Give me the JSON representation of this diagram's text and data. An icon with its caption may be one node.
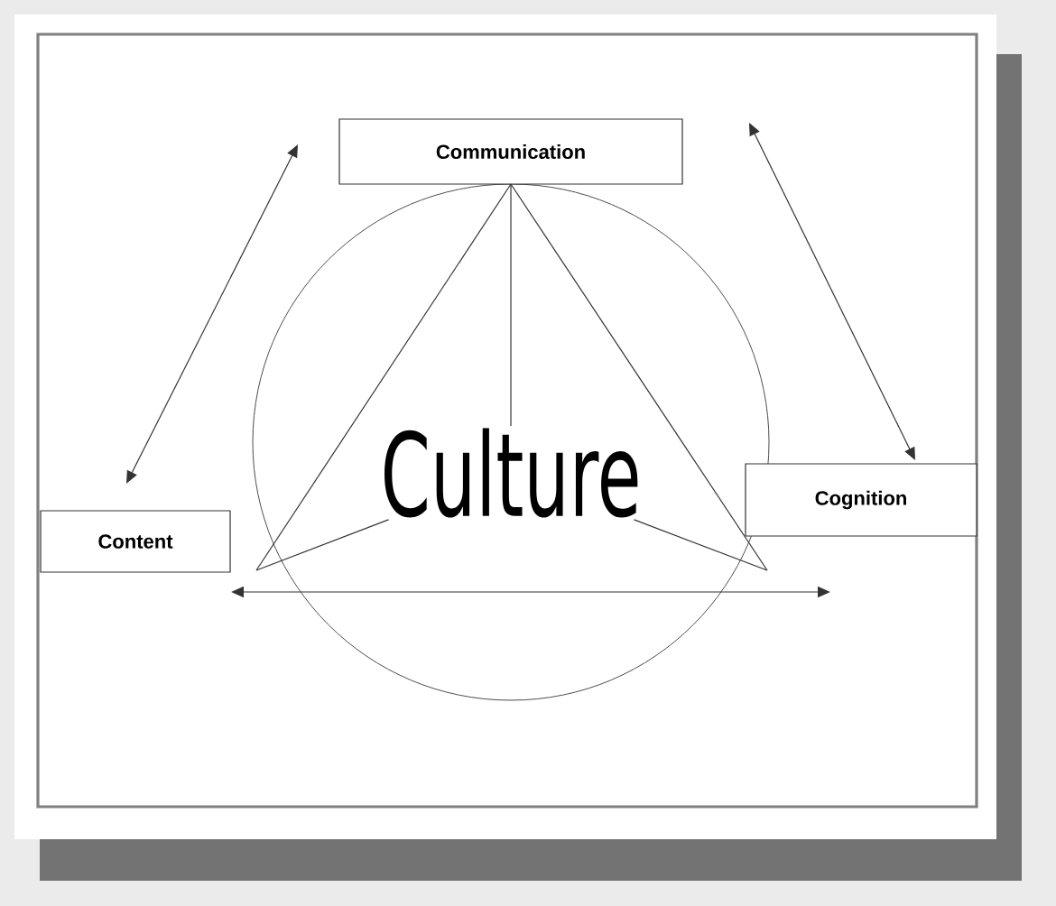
{
  "diagram": {
    "nodes": [
      {
        "text": [
          "Communication"
        ]
      },
      {
        "text": [
          "Content"
        ]
      },
      {
        "text": [
          "Cognition"
        ]
      },
      {
        "text": [
          "Culture"
        ]
      }
    ],
    "edges": [
      {
        "from": 1,
        "to": 0,
        "arrow": "both"
      },
      {
        "from": 0,
        "to": 2,
        "arrow": "both"
      },
      {
        "from": 1,
        "to": 2,
        "arrow": "both"
      },
      {
        "from": 0,
        "to": 1,
        "arrow": "none"
      },
      {
        "from": 0,
        "to": 2,
        "arrow": "none"
      },
      {
        "from": 0,
        "to": 3,
        "arrow": "none"
      },
      {
        "from": 1,
        "to": 3,
        "arrow": "none"
      },
      {
        "from": 2,
        "to": 3,
        "arrow": "none"
      }
    ]
  }
}
